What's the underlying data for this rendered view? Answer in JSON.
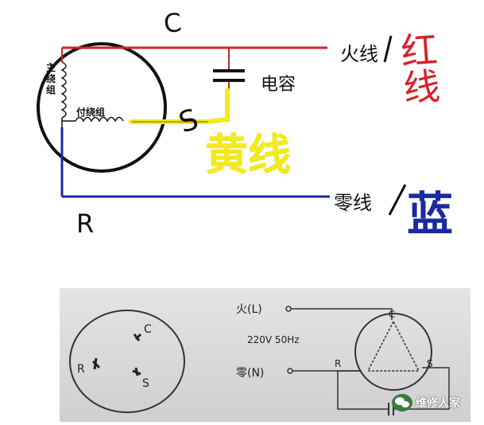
{
  "top_diagram": {
    "label_c": "C",
    "label_s": "S",
    "label_r": "R",
    "main_winding": "主绕组",
    "aux_winding": "付绕组",
    "capacitor": "电容",
    "live_wire": "火线",
    "neutral_wire": "零线",
    "red_note": "红线",
    "yellow_note": "黄线",
    "blue_note": "蓝",
    "colors": {
      "red": "#d8202a",
      "blue": "#1a2aa0",
      "yellow": "#f2ea1a",
      "ink": "#111111"
    }
  },
  "bottom_diagram": {
    "pin_c": "C",
    "pin_r": "R",
    "pin_s": "S",
    "live_label": "火(L)",
    "neutral_label": "零(N)",
    "voltage": "220V 50Hz",
    "tri_c": "C",
    "tri_r": "R",
    "tri_s": "S",
    "watermark": "维修人家",
    "watermark_icon": "wechat-icon"
  }
}
